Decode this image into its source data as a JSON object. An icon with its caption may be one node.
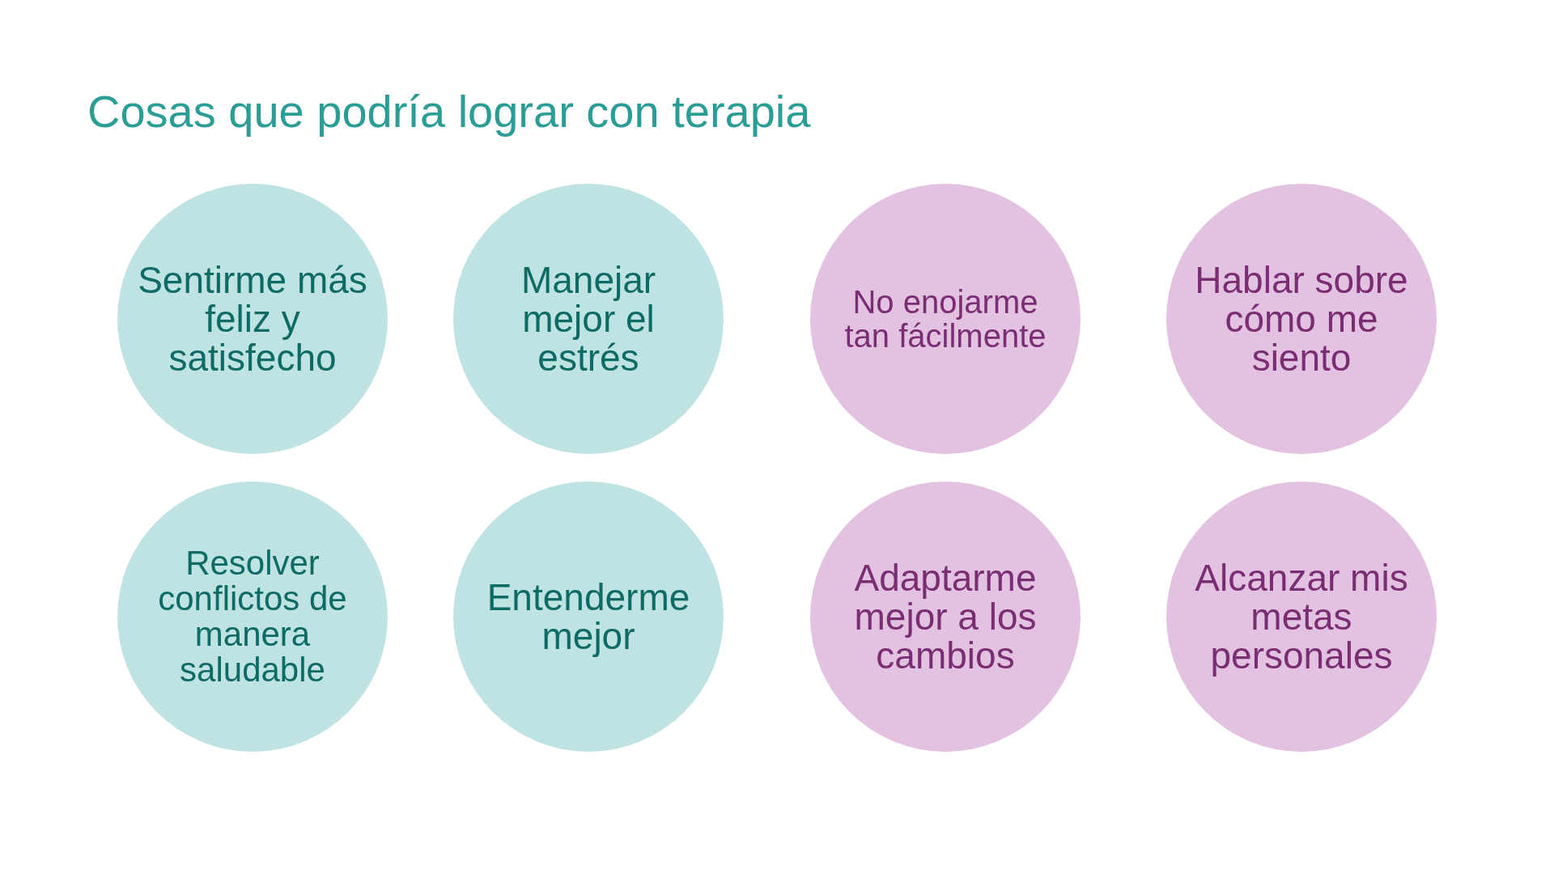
{
  "diagram": {
    "title": "Cosas que podría lograr con terapia",
    "nodes": [
      {
        "text": [
          "Sentirme más feliz y satisfecho"
        ]
      },
      {
        "text": [
          "Manejar mejor el estrés"
        ]
      },
      {
        "text": [
          "No enojarme tan fácilmente"
        ]
      },
      {
        "text": [
          "Hablar sobre cómo me siento"
        ]
      },
      {
        "text": [
          "Resolver conflictos de manera saludable"
        ]
      },
      {
        "text": [
          "Entenderme mejor"
        ]
      },
      {
        "text": [
          "Adaptarme mejor a los cambios"
        ]
      },
      {
        "text": [
          "Alcanzar mis metas personales"
        ]
      }
    ]
  }
}
